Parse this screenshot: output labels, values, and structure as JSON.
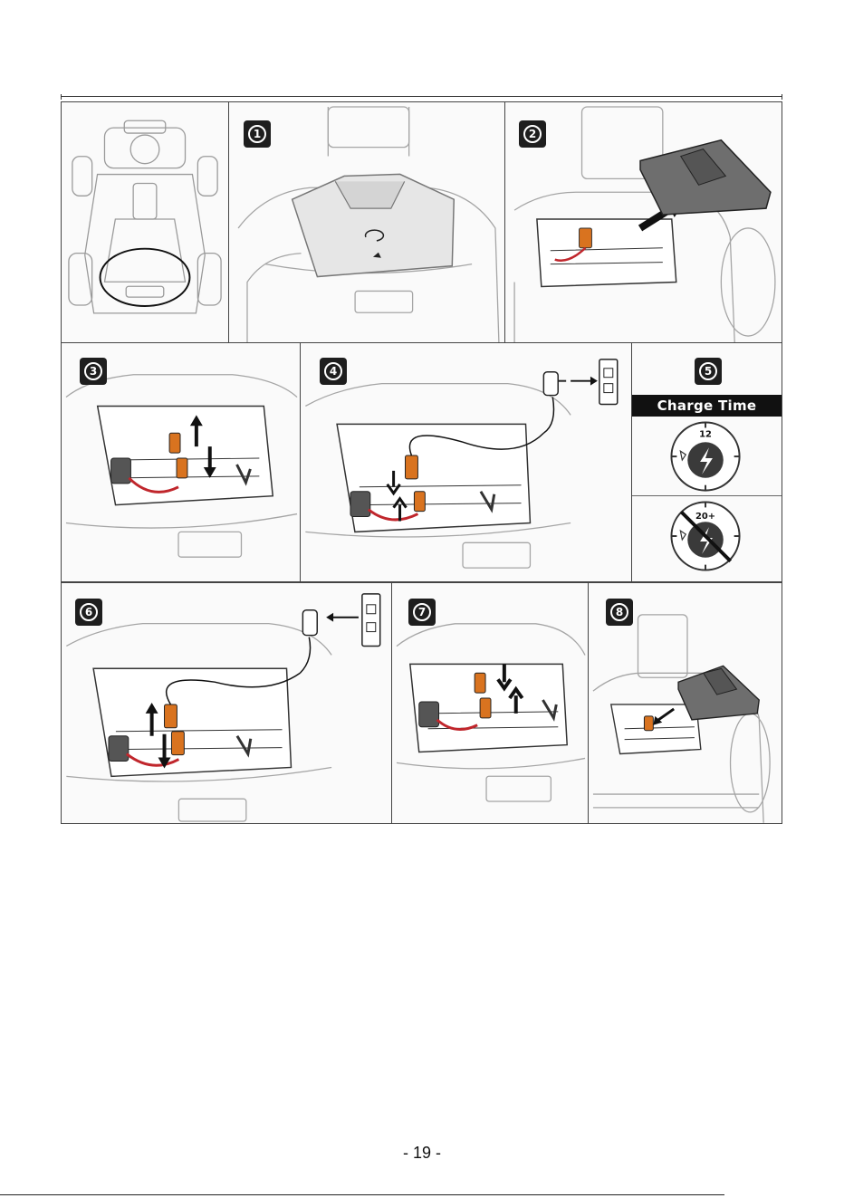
{
  "steps": {
    "s1": "1",
    "s2": "2",
    "s3": "3",
    "s4": "4",
    "s5": "5",
    "s6": "6",
    "s7": "7",
    "s8": "8"
  },
  "charge": {
    "label": "Charge Time",
    "first_hours": "12",
    "max_hours": "20+"
  },
  "footer": {
    "page_number": "- 19 -"
  },
  "colors": {
    "connector_orange": "#d9731f",
    "wire_red": "#c0262c",
    "badge_dark": "#1e1e1e",
    "lid_gray": "#6e6e6e"
  }
}
